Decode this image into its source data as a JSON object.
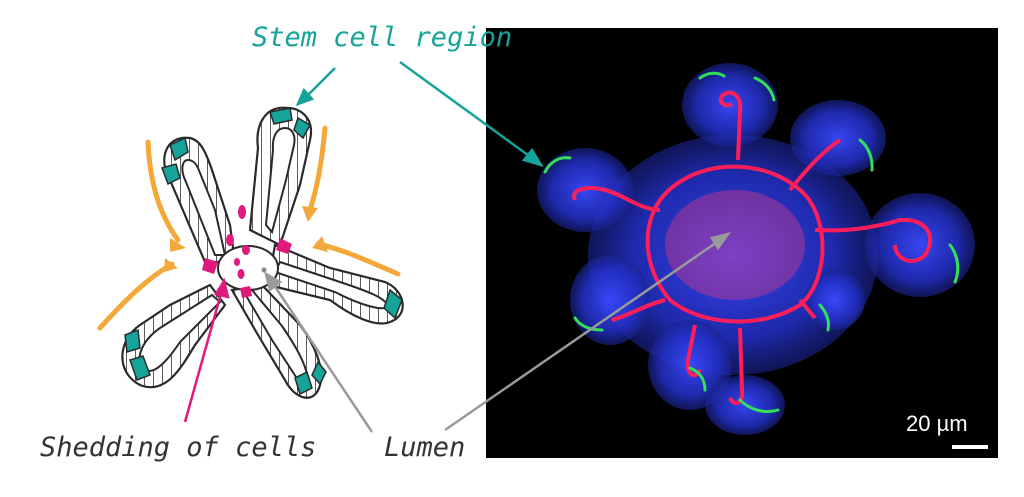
{
  "labels": {
    "stem_cell_region": "Stem cell region",
    "shedding_of_cells": "Shedding of cells",
    "lumen": "Lumen",
    "scale_bar": "20 µm"
  },
  "colors": {
    "stem_cell": "#16a39a",
    "shedding": "#e0197d",
    "lumen_arrow": "#9a9a9a",
    "flow_arrow": "#f5a83a",
    "nuclei_stain": "#2a35ff",
    "membrane_stain": "#ff1e5a",
    "stem_stain": "#32e05a",
    "micrograph_bg": "#000000"
  },
  "icons": {
    "flow_arrow": "curved-arrow-icon",
    "pointer_arrow": "arrow-icon"
  }
}
